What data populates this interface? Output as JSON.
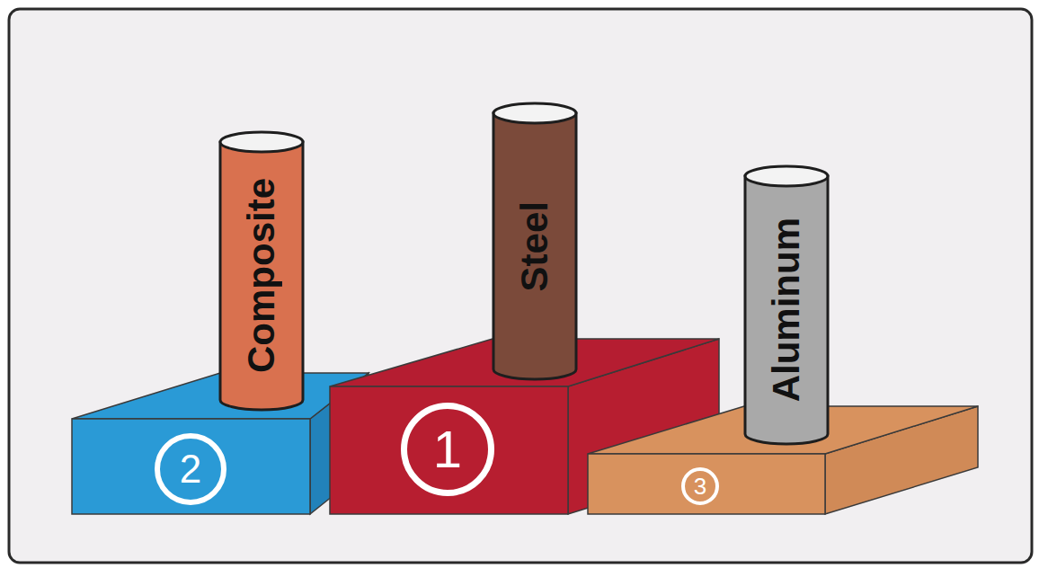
{
  "diagram": {
    "nodes": [
      {
        "text": [
          "Composite"
        ]
      },
      {
        "text": [
          "Steel"
        ]
      },
      {
        "text": [
          "Aluminum"
        ]
      },
      {
        "text": [
          "2"
        ]
      },
      {
        "text": [
          "1"
        ]
      },
      {
        "text": [
          "3"
        ]
      }
    ]
  }
}
